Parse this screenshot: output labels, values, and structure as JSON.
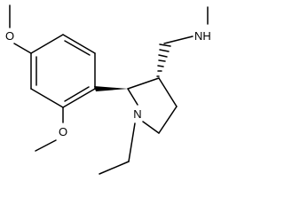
{
  "structure": {
    "labels": {
      "o_top": "O",
      "o_bottom": "O",
      "n_amine": "NH",
      "n_ring": "N"
    },
    "colors": {
      "bond": "#000000",
      "text": "#000000",
      "background": "#ffffff"
    }
  }
}
